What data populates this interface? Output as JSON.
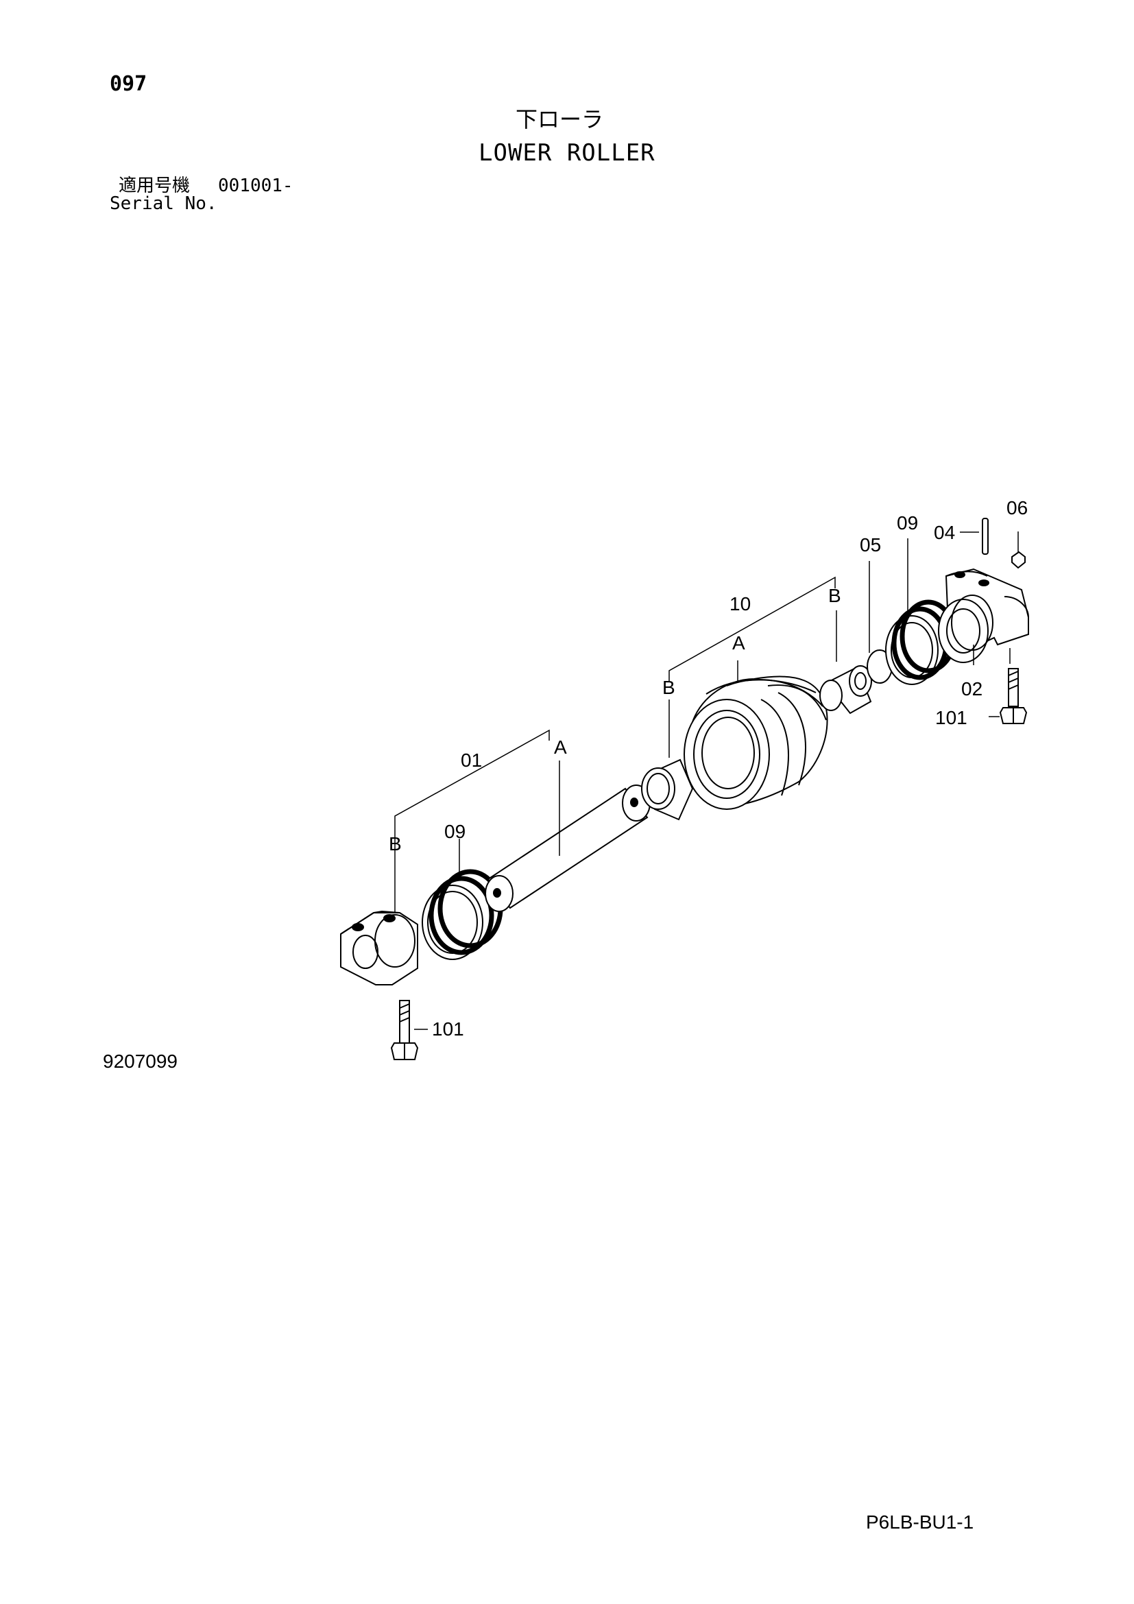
{
  "header": {
    "page_number": "097",
    "title_jp": "下ローラ",
    "title_en": "LOWER ROLLER",
    "serial_label_jp": "適用号機",
    "serial_range": "001001-",
    "serial_label_en": "Serial No."
  },
  "footer": {
    "figure_number": "9207099",
    "page_code": "P6LB-BU1-1"
  },
  "callouts": {
    "c06": "06",
    "c09_right": "09",
    "c04": "04",
    "c05": "05",
    "c10": "10",
    "c02": "02",
    "c101_right": "101",
    "c01": "01",
    "c09_left": "09",
    "c101_left": "101",
    "a_roller": "A",
    "b_roller_left": "B",
    "b_roller_right": "B",
    "a_shaft": "A",
    "b_shaft": "B"
  }
}
